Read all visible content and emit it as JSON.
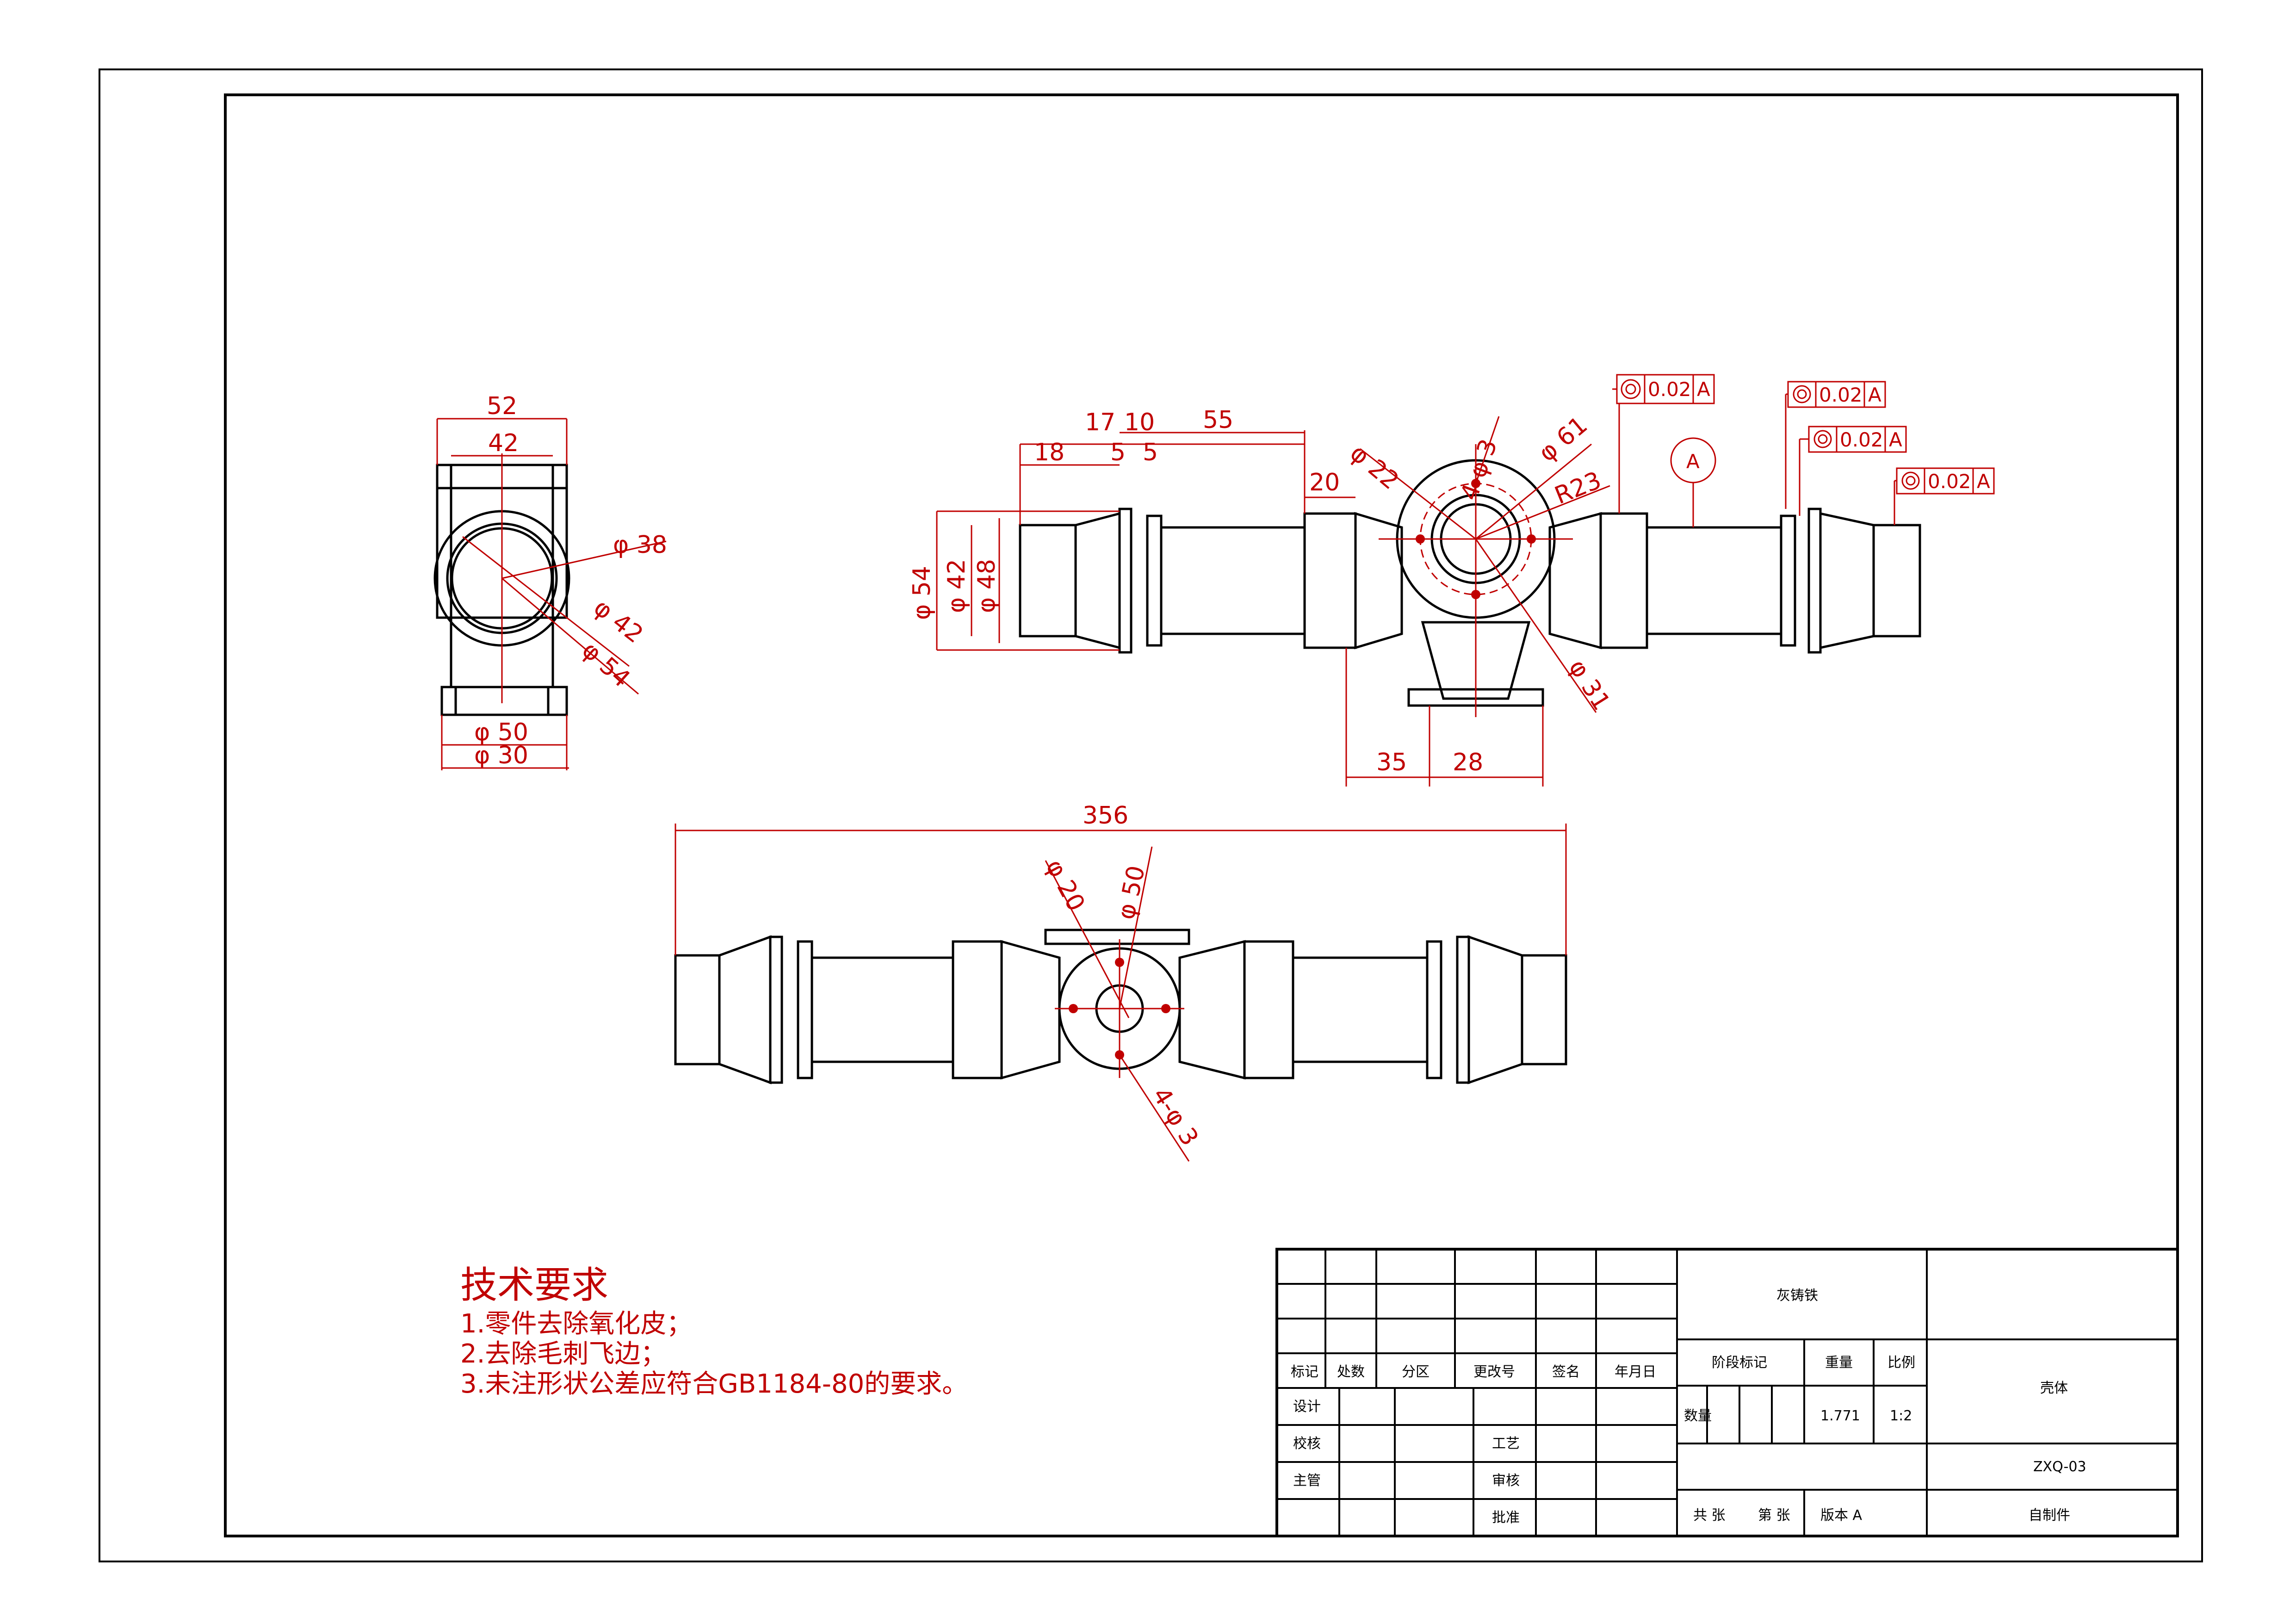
{
  "dimensions": {
    "left_view": {
      "width_52": "52",
      "width_42": "42",
      "dia_38": "φ 38",
      "dia_42": "φ 42",
      "dia_54": "φ 54",
      "dia_50": "φ 50",
      "dia_30": "φ 30"
    },
    "front_view": {
      "d17": "17",
      "d10": "10",
      "d55": "55",
      "d18": "18",
      "d5a": "5",
      "d5b": "5",
      "d20": "20",
      "dia22": "φ 22",
      "holes": "4-φ 3",
      "dia61": "φ 61",
      "r23": "R23",
      "dia54": "φ 54",
      "dia42": "φ 42",
      "dia48": "φ 48",
      "dia31": "φ 31",
      "d35": "35",
      "d28": "28",
      "datum": "A"
    },
    "top_view": {
      "d356": "356",
      "dia20": "φ 20",
      "dia50": "φ 50",
      "holes": "4-φ 3"
    }
  },
  "gdt": [
    {
      "value": "0.02",
      "datum": "A"
    },
    {
      "value": "0.02",
      "datum": "A"
    },
    {
      "value": "0.02",
      "datum": "A"
    },
    {
      "value": "0.02",
      "datum": "A"
    }
  ],
  "notes": {
    "title": "技术要求",
    "lines": [
      "1.零件去除氧化皮；",
      "2.去除毛刺飞边；",
      "3.未注形状公差应符合GB1184-80的要求。"
    ]
  },
  "title_block": {
    "material": "灰铸铁",
    "headers": [
      "标记",
      "处数",
      "分区",
      "更改号",
      "签名",
      "年月日"
    ],
    "design": "设计",
    "check": "校核",
    "chief": "主管",
    "process": "工艺",
    "review": "审核",
    "approve": "批准",
    "stage_mark": "阶段标记",
    "weight": "重量",
    "scale": "比例",
    "weight_value": "1.771",
    "scale_value": "1:2",
    "quantity": "数量",
    "part_name": "壳体",
    "drawing_no": "ZXQ-03",
    "sheets_total": "共 张",
    "sheet_no": "第 张",
    "version": "版本 A",
    "self_made": "自制件"
  }
}
